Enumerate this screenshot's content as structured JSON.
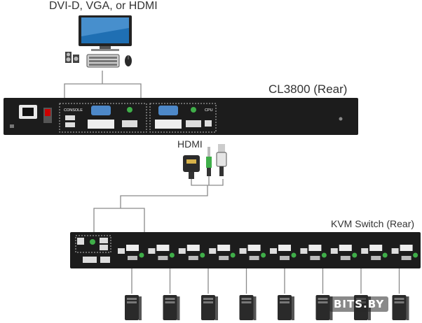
{
  "labels": {
    "top": "DVI-D, VGA, or HDMI",
    "cl3800": "CL3800 (Rear)",
    "hdmi": "HDMI",
    "kvm": "KVM Switch (Rear)",
    "watermark": "BITS.BY"
  },
  "panel_text": {
    "console": "CONSOLE",
    "cpu": "CPU"
  },
  "kvm_port_count": 10,
  "computer_count": 8,
  "colors": {
    "chassis": "#1c1c1c",
    "line": "#8a8a8a",
    "port_green": "#3fae49",
    "monitor_screen": "#1f6fb3"
  },
  "icons": [
    "monitor-icon",
    "speaker-icon",
    "keyboard-icon",
    "mouse-icon",
    "hdmi-cable-icon",
    "audio-cable-icon",
    "usb-cable-icon",
    "computer-tower-icon"
  ]
}
